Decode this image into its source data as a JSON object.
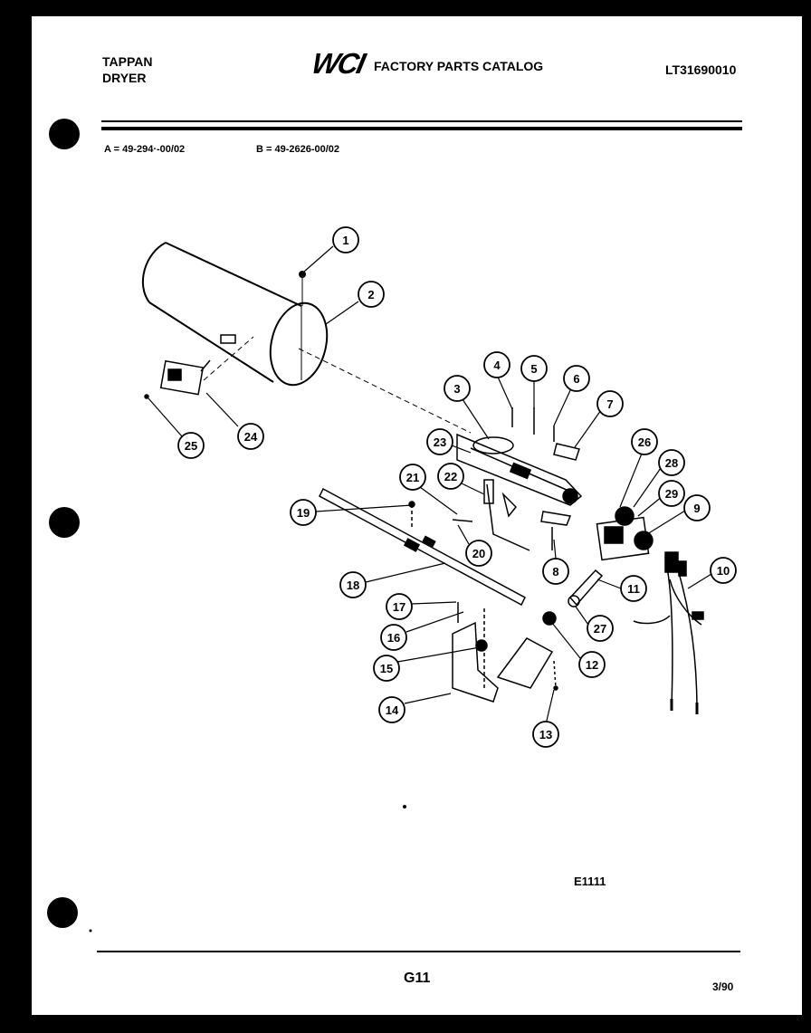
{
  "header": {
    "brand_line1": "TAPPAN",
    "brand_line2": "DRYER",
    "logo": "WCI",
    "catalog_title": "FACTORY PARTS CATALOG",
    "catalog_number": "LT31690010"
  },
  "models": {
    "a": "A = 49-294·-00/02",
    "b": "B = 49-2626-00/02"
  },
  "callouts": [
    "1",
    "2",
    "3",
    "4",
    "5",
    "6",
    "7",
    "8",
    "9",
    "10",
    "11",
    "12",
    "13",
    "14",
    "15",
    "16",
    "17",
    "18",
    "19",
    "20",
    "21",
    "22",
    "23",
    "24",
    "25",
    "26",
    "27",
    "28",
    "29"
  ],
  "figure_code": "E1111",
  "footer": {
    "page": "G11",
    "date": "3/90"
  }
}
